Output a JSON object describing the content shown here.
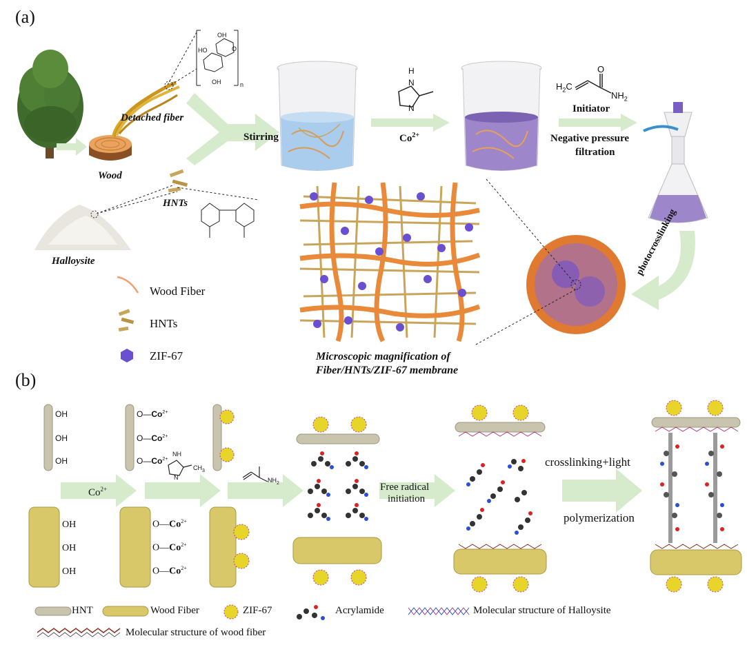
{
  "colors": {
    "arrow_green": "#d6ebcc",
    "fiber_orange": "#e98a3a",
    "hnt_tan": "#c9a55a",
    "zif_purple": "#6a4fd1",
    "liquid_blue": "#aacdee",
    "liquid_purple": "#9d86c9",
    "hnt_rod": "#c9c4ae",
    "wood_fiber_rod": "#d8c86a",
    "zif_yellow": "#e8d52a"
  },
  "panel_a": {
    "label": "(a)",
    "detached_fiber": "Detached fiber",
    "wood": "Wood",
    "hnts": "HNTs",
    "halloysite": "Halloysite",
    "stirring": "Stirring",
    "co2": "Co",
    "co2_sup": "2+",
    "initiator": "Initiator",
    "negative_pressure": "Negative pressure",
    "filtration": "filtration",
    "acrylamide_formula_left": "H",
    "acrylamide_o": "O",
    "acrylamide_nh2": "NH",
    "imidazole_h": "H",
    "imidazole_n1": "N",
    "imidazole_n2": "N",
    "photocrosslinking": "photocrosslinking",
    "caption_line1": "Microscopic magnification of",
    "caption_line2": "Fiber/HNTs/ZIF-67 membrane",
    "legend": {
      "wood_fiber": "Wood Fiber",
      "hnts": "HNTs",
      "zif67": "ZIF-67"
    },
    "sugar_n": "n",
    "sugar_oh": "OH",
    "sugar_ho": "HO",
    "sugar_o": "O"
  },
  "panel_b": {
    "label": "(b)",
    "oh": "OH",
    "o_co": "O",
    "co_label": "Co",
    "co_sup": "2+",
    "co2_arrow": "Co",
    "co2_arrow_sup": "2+",
    "imidazole_nh": "N",
    "imidazole_h": "H",
    "imidazole_n": "N",
    "imidazole_ch3": "CH",
    "imidazole_3": "3",
    "nh2": "NH",
    "nh2_sub": "2",
    "free_radical_1": "Free radical",
    "free_radical_2": "initiation",
    "crosslinking_light": "crosslinking+light",
    "polymerization": "polymerization",
    "legend": {
      "hnt": "HNT",
      "wood_fiber": "Wood Fiber",
      "zif67": "ZIF-67",
      "acrylamide": "Acrylamide",
      "halloysite_struct": "Molecular structure of Halloysite",
      "wood_fiber_struct": "Molecular structure of wood fiber"
    }
  }
}
